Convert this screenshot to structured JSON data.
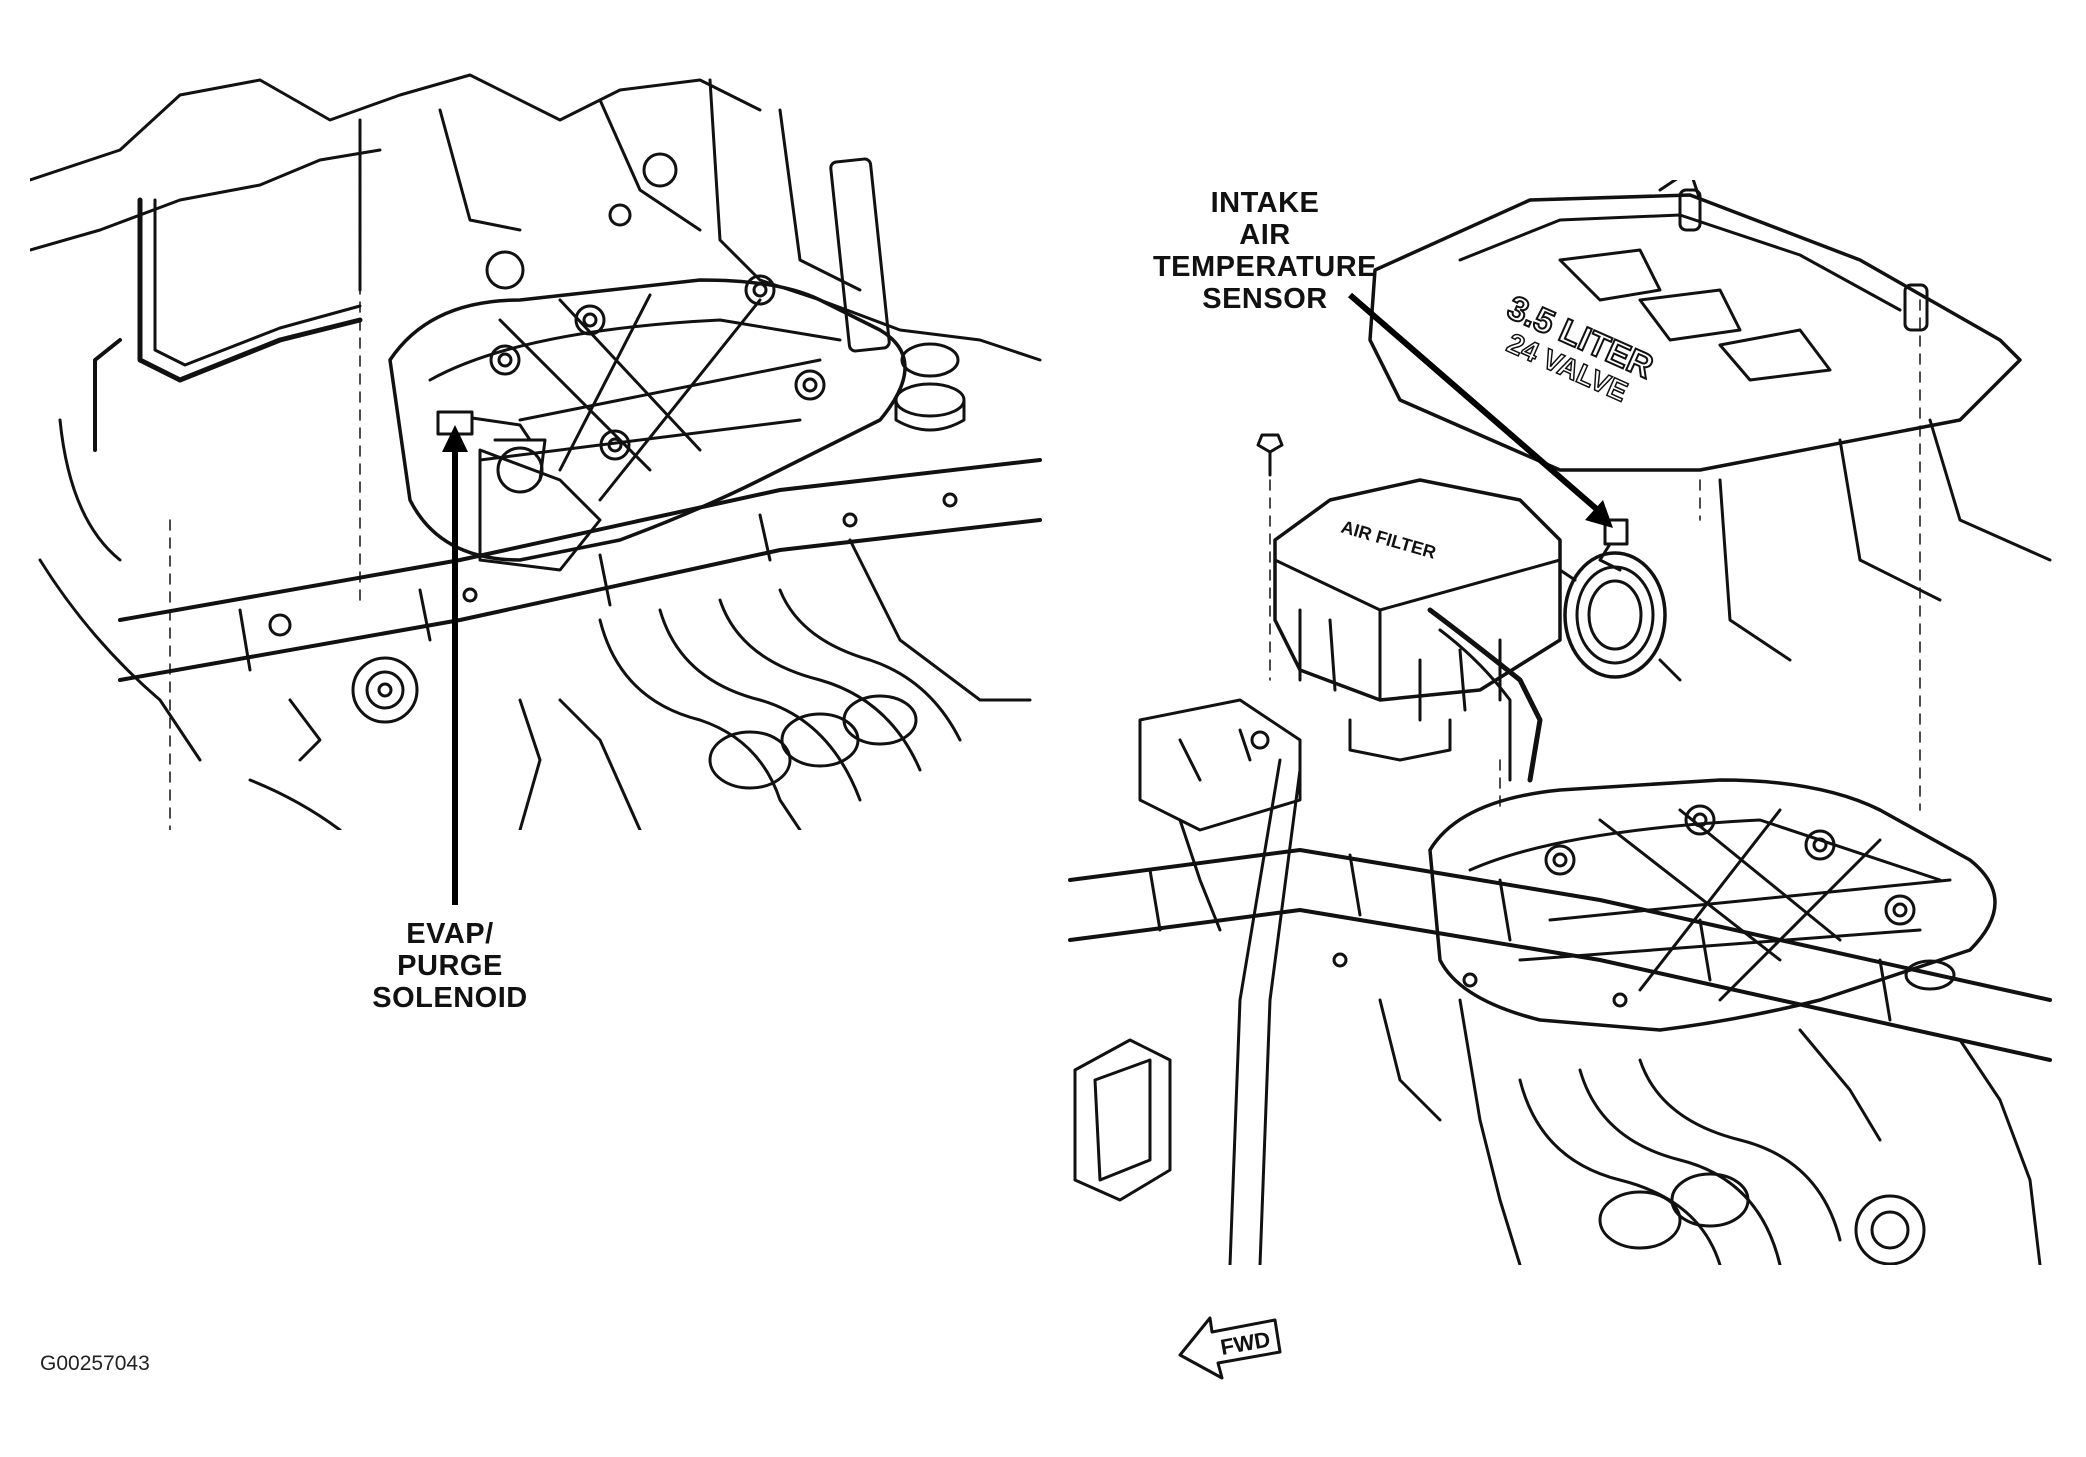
{
  "figure": {
    "id": "G00257043"
  },
  "callouts": {
    "evap": {
      "lines": [
        "EVAP/",
        "PURGE",
        "SOLENOID"
      ]
    },
    "iat": {
      "lines": [
        "INTAKE",
        "AIR",
        "TEMPERATURE",
        "SENSOR"
      ]
    }
  },
  "embossed_text": {
    "engine_cover_line1": "3.5 LITER",
    "engine_cover_line2": "24 VALVE",
    "air_filter": "AIR FILTER"
  },
  "direction_indicator": {
    "label": "FWD"
  },
  "colors": {
    "line": "#111111",
    "background": "#ffffff"
  }
}
